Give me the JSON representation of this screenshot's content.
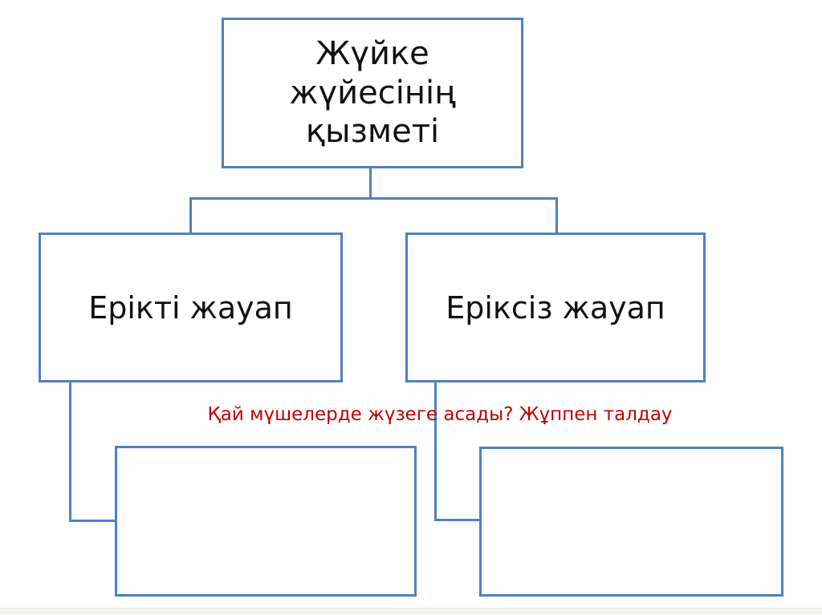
{
  "diagram": {
    "root": {
      "label": "Жүйке жүйесінің қызметі"
    },
    "level2": [
      {
        "label": "Ерікті жауап"
      },
      {
        "label": "Еріксіз жауап"
      }
    ],
    "question": "Қай мүшелерде жүзеге асады? Жұппен талдау",
    "empty_boxes_count": 2
  },
  "colors": {
    "accent_blue": "#4f81bd",
    "question_red": "#c00000",
    "node_text": "#111111",
    "background": "#ffffff",
    "footer_strip": "#f2f2f1"
  }
}
